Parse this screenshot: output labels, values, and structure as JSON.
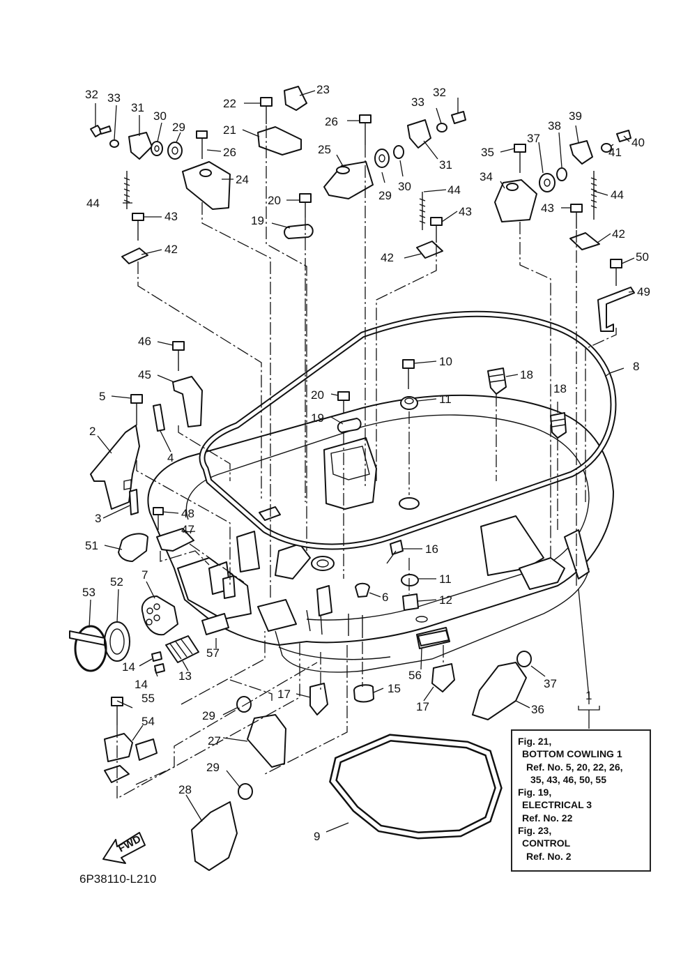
{
  "diagram": {
    "part_code": "6P38110-L210",
    "fwd_label": "FWD",
    "callouts": [
      {
        "id": "c1",
        "label": "1"
      },
      {
        "id": "c2",
        "label": "2"
      },
      {
        "id": "c3",
        "label": "3"
      },
      {
        "id": "c4",
        "label": "4"
      },
      {
        "id": "c5",
        "label": "5"
      },
      {
        "id": "c6",
        "label": "6"
      },
      {
        "id": "c7",
        "label": "7"
      },
      {
        "id": "c8",
        "label": "8"
      },
      {
        "id": "c9",
        "label": "9"
      },
      {
        "id": "c10",
        "label": "10"
      },
      {
        "id": "c11a",
        "label": "11"
      },
      {
        "id": "c11b",
        "label": "11"
      },
      {
        "id": "c12",
        "label": "12"
      },
      {
        "id": "c13",
        "label": "13"
      },
      {
        "id": "c14a",
        "label": "14"
      },
      {
        "id": "c14b",
        "label": "14"
      },
      {
        "id": "c15",
        "label": "15"
      },
      {
        "id": "c16",
        "label": "16"
      },
      {
        "id": "c17a",
        "label": "17"
      },
      {
        "id": "c17b",
        "label": "17"
      },
      {
        "id": "c18a",
        "label": "18"
      },
      {
        "id": "c18b",
        "label": "18"
      },
      {
        "id": "c19a",
        "label": "19"
      },
      {
        "id": "c19b",
        "label": "19"
      },
      {
        "id": "c20a",
        "label": "20"
      },
      {
        "id": "c20b",
        "label": "20"
      },
      {
        "id": "c21",
        "label": "21"
      },
      {
        "id": "c22",
        "label": "22"
      },
      {
        "id": "c23",
        "label": "23"
      },
      {
        "id": "c24",
        "label": "24"
      },
      {
        "id": "c25",
        "label": "25"
      },
      {
        "id": "c26a",
        "label": "26"
      },
      {
        "id": "c26b",
        "label": "26"
      },
      {
        "id": "c27",
        "label": "27"
      },
      {
        "id": "c28",
        "label": "28"
      },
      {
        "id": "c29a",
        "label": "29"
      },
      {
        "id": "c29b",
        "label": "29"
      },
      {
        "id": "c29c",
        "label": "29"
      },
      {
        "id": "c29d",
        "label": "29"
      },
      {
        "id": "c30a",
        "label": "30"
      },
      {
        "id": "c30b",
        "label": "30"
      },
      {
        "id": "c31a",
        "label": "31"
      },
      {
        "id": "c31b",
        "label": "31"
      },
      {
        "id": "c32a",
        "label": "32"
      },
      {
        "id": "c32b",
        "label": "32"
      },
      {
        "id": "c33a",
        "label": "33"
      },
      {
        "id": "c33b",
        "label": "33"
      },
      {
        "id": "c34",
        "label": "34"
      },
      {
        "id": "c35",
        "label": "35"
      },
      {
        "id": "c36",
        "label": "36"
      },
      {
        "id": "c37a",
        "label": "37"
      },
      {
        "id": "c37b",
        "label": "37"
      },
      {
        "id": "c38",
        "label": "38"
      },
      {
        "id": "c39",
        "label": "39"
      },
      {
        "id": "c40",
        "label": "40"
      },
      {
        "id": "c41",
        "label": "41"
      },
      {
        "id": "c42a",
        "label": "42"
      },
      {
        "id": "c42b",
        "label": "42"
      },
      {
        "id": "c42c",
        "label": "42"
      },
      {
        "id": "c43a",
        "label": "43"
      },
      {
        "id": "c43b",
        "label": "43"
      },
      {
        "id": "c43c",
        "label": "43"
      },
      {
        "id": "c44a",
        "label": "44"
      },
      {
        "id": "c44b",
        "label": "44"
      },
      {
        "id": "c44c",
        "label": "44"
      },
      {
        "id": "c45",
        "label": "45"
      },
      {
        "id": "c46",
        "label": "46"
      },
      {
        "id": "c47",
        "label": "47"
      },
      {
        "id": "c48",
        "label": "48"
      },
      {
        "id": "c49",
        "label": "49"
      },
      {
        "id": "c50",
        "label": "50"
      },
      {
        "id": "c51",
        "label": "51"
      },
      {
        "id": "c52",
        "label": "52"
      },
      {
        "id": "c53",
        "label": "53"
      },
      {
        "id": "c54",
        "label": "54"
      },
      {
        "id": "c55",
        "label": "55"
      },
      {
        "id": "c56",
        "label": "56"
      },
      {
        "id": "c57",
        "label": "57"
      }
    ]
  },
  "notes": {
    "lines": [
      "Fig. 21,",
      "BOTTOM COWLING 1",
      "Ref. No. 5, 20, 22, 26,",
      "35, 43, 46, 50, 55",
      "Fig. 19,",
      "ELECTRICAL 3",
      "Ref. No. 22",
      "Fig. 23,",
      "CONTROL",
      "Ref. No. 2"
    ]
  }
}
